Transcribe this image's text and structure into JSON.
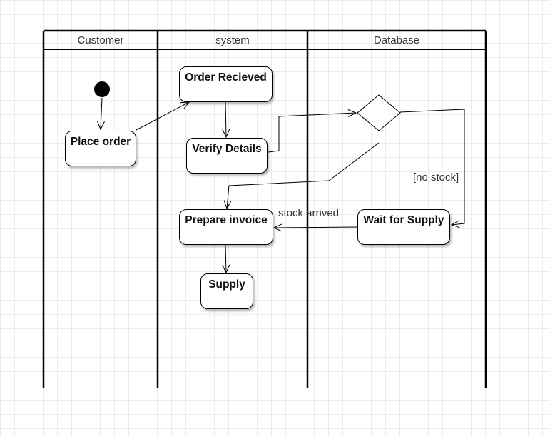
{
  "lanes": [
    {
      "name": "Customer"
    },
    {
      "name": "system"
    },
    {
      "name": "Database"
    }
  ],
  "nodes": {
    "place_order": "Place order",
    "order_received": "Order Recieved",
    "verify_details": "Verify Details",
    "prepare_invoice": "Prepare invoice",
    "supply": "Supply",
    "wait_for_supply": "Wait for Supply"
  },
  "edge_labels": {
    "no_stock": "[no stock]",
    "stock_arrived": "stock arrived"
  }
}
